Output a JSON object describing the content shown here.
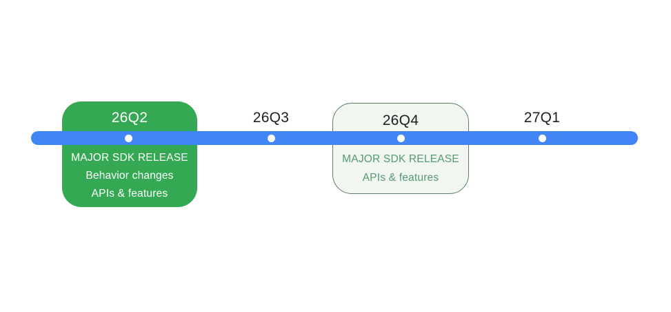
{
  "timeline": {
    "bar_color": "#4285F4",
    "dot_color": "#FFFFFF",
    "milestones": [
      {
        "label": "26Q2",
        "type": "filled-card",
        "card": {
          "bg_color": "#34A853",
          "text_color": "#FFFFFF",
          "lines": [
            "MAJOR SDK RELEASE",
            "Behavior changes",
            "APIs & features"
          ]
        }
      },
      {
        "label": "26Q3",
        "type": "label-only"
      },
      {
        "label": "26Q4",
        "type": "outlined-card",
        "card": {
          "bg_color": "#F1F6F1",
          "border_color": "#587F63",
          "title_color": "#1F1F1F",
          "text_color": "#559A70",
          "lines": [
            "MAJOR SDK RELEASE",
            "APIs & features"
          ]
        }
      },
      {
        "label": "27Q1",
        "type": "label-only"
      }
    ]
  }
}
